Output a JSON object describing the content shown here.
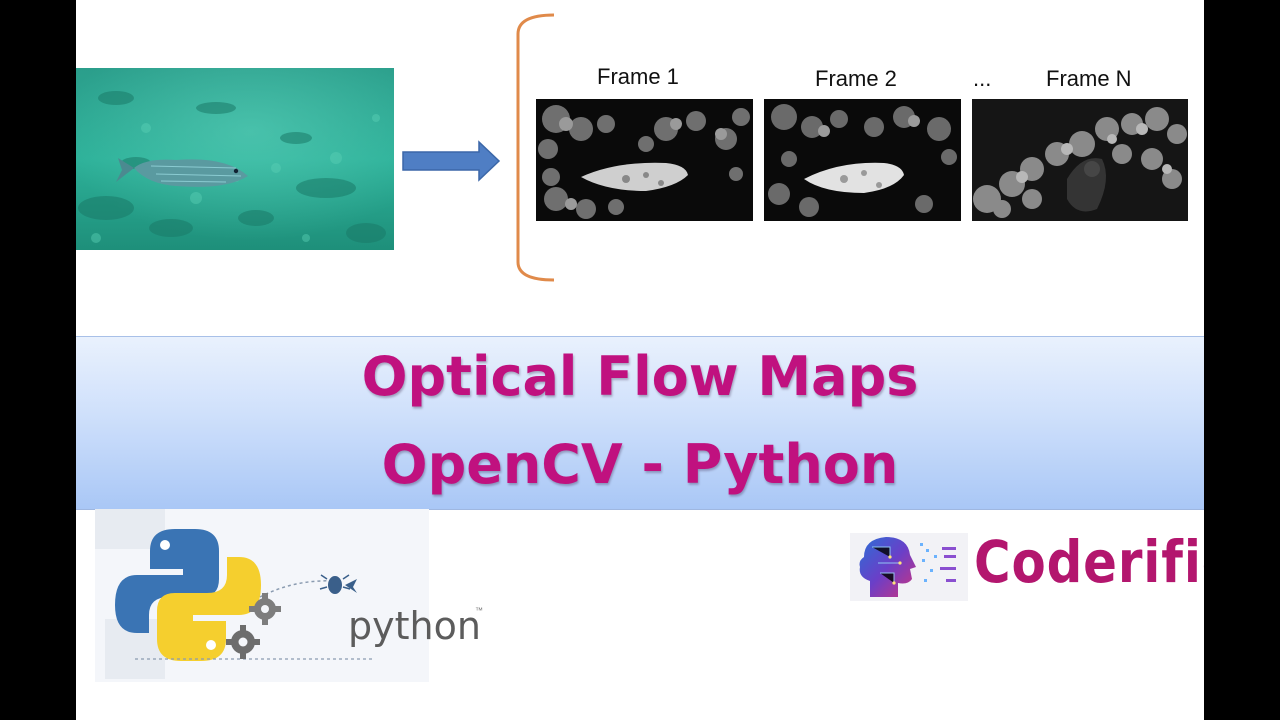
{
  "frames": {
    "labels": [
      "Frame 1",
      "Frame 2",
      "...",
      "Frame N"
    ]
  },
  "title": {
    "line1": "Optical Flow Maps",
    "line2": "OpenCV - Python"
  },
  "logos": {
    "python_text": "python",
    "python_tm": "™",
    "coderific_text": "Coderific"
  },
  "colors": {
    "title": "#c0117f",
    "coderific": "#b3166e",
    "bracket": "#e08a4a",
    "arrow": "#4f7ec4",
    "water": "#2aa38c"
  },
  "icons": [
    "underwater-fish-photo",
    "right-arrow",
    "orange-bracket",
    "flow-map-image",
    "python-snake-logo",
    "gear-icon",
    "bug-icon",
    "head-circuit-icon"
  ]
}
